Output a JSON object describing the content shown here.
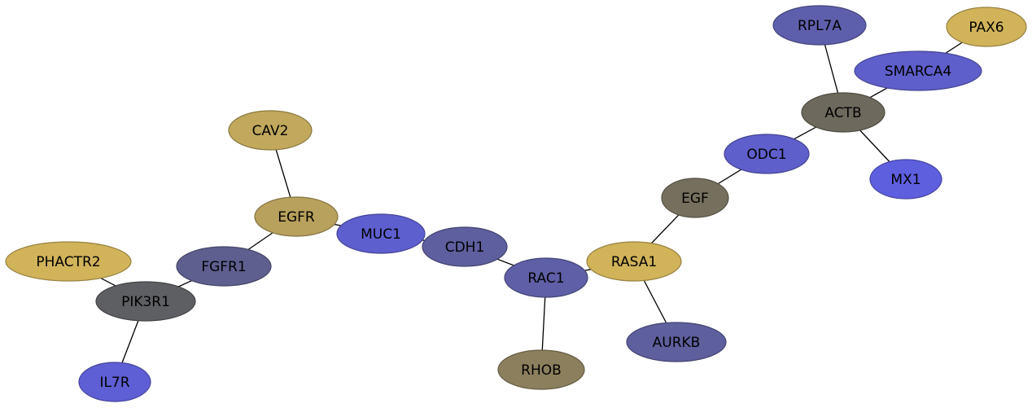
{
  "nodes": [
    {
      "id": "RPL7A",
      "label": "RPL7A",
      "color": "#5e5fac"
    },
    {
      "id": "PAX6",
      "label": "PAX6",
      "color": "#d1b35a"
    },
    {
      "id": "SMARCA4",
      "label": "SMARCA4",
      "color": "#5e5fcb"
    },
    {
      "id": "ACTB",
      "label": "ACTB",
      "color": "#6d695c"
    },
    {
      "id": "ODC1",
      "label": "ODC1",
      "color": "#5e5fcb"
    },
    {
      "id": "MX1",
      "label": "MX1",
      "color": "#5e5fdf"
    },
    {
      "id": "CAV2",
      "label": "CAV2",
      "color": "#c1a85c"
    },
    {
      "id": "EGF",
      "label": "EGF",
      "color": "#75705d"
    },
    {
      "id": "EGFR",
      "label": "EGFR",
      "color": "#b8a05d"
    },
    {
      "id": "MUC1",
      "label": "MUC1",
      "color": "#5e5fcf"
    },
    {
      "id": "CDH1",
      "label": "CDH1",
      "color": "#5e5f9e"
    },
    {
      "id": "PHACTR2",
      "label": "PHACTR2",
      "color": "#d1b35a"
    },
    {
      "id": "FGFR1",
      "label": "FGFR1",
      "color": "#5e5f8f"
    },
    {
      "id": "RASA1",
      "label": "RASA1",
      "color": "#d1b35a"
    },
    {
      "id": "RAC1",
      "label": "RAC1",
      "color": "#5e5fa6"
    },
    {
      "id": "PIK3R1",
      "label": "PIK3R1",
      "color": "#5e5f63"
    },
    {
      "id": "AURKB",
      "label": "AURKB",
      "color": "#5e5f9d"
    },
    {
      "id": "RHOB",
      "label": "RHOB",
      "color": "#8c7f5d"
    },
    {
      "id": "IL7R",
      "label": "IL7R",
      "color": "#5e5fd5"
    }
  ],
  "edges": [
    [
      "RPL7A",
      "ACTB"
    ],
    [
      "PAX6",
      "SMARCA4"
    ],
    [
      "SMARCA4",
      "ACTB"
    ],
    [
      "ACTB",
      "ODC1"
    ],
    [
      "ACTB",
      "MX1"
    ],
    [
      "ODC1",
      "EGF"
    ],
    [
      "EGF",
      "RASA1"
    ],
    [
      "RASA1",
      "RAC1"
    ],
    [
      "RASA1",
      "AURKB"
    ],
    [
      "RAC1",
      "CDH1"
    ],
    [
      "RAC1",
      "RHOB"
    ],
    [
      "CDH1",
      "MUC1"
    ],
    [
      "MUC1",
      "EGFR"
    ],
    [
      "EGFR",
      "CAV2"
    ],
    [
      "EGFR",
      "FGFR1"
    ],
    [
      "FGFR1",
      "PIK3R1"
    ],
    [
      "PIK3R1",
      "PHACTR2"
    ],
    [
      "PIK3R1",
      "IL7R"
    ]
  ]
}
